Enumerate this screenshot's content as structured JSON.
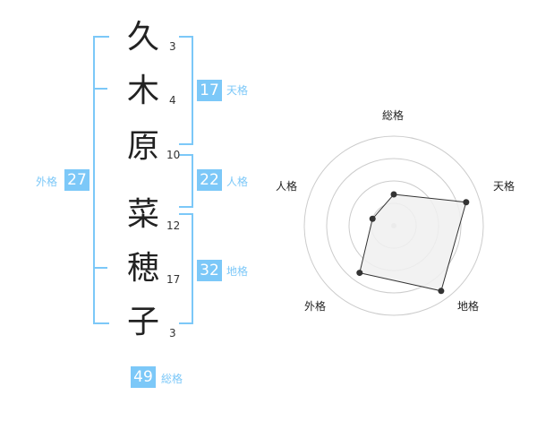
{
  "name": {
    "characters": [
      {
        "char": "久",
        "strokes": "3"
      },
      {
        "char": "木",
        "strokes": "4"
      },
      {
        "char": "原",
        "strokes": "10"
      },
      {
        "char": "菜",
        "strokes": "12"
      },
      {
        "char": "穂",
        "strokes": "17"
      },
      {
        "char": "子",
        "strokes": "3"
      }
    ]
  },
  "kaku": {
    "tenkaku": {
      "value": "17",
      "label": "天格"
    },
    "jinkaku": {
      "value": "22",
      "label": "人格"
    },
    "chikaku": {
      "value": "32",
      "label": "地格"
    },
    "gaikaku": {
      "value": "27",
      "label": "外格"
    },
    "soukaku": {
      "value": "49",
      "label": "総格"
    }
  },
  "radar": {
    "labels": {
      "top": "総格",
      "right": "天格",
      "bottom_right": "地格",
      "bottom_left": "外格",
      "left": "人格"
    },
    "levels": 4,
    "values": {
      "soukaku": 0.35,
      "tenkaku": 0.85,
      "chikaku": 0.9,
      "gaikaku": 0.65,
      "jinkaku": 0.25
    },
    "fill_color": "#f0f0f0",
    "line_color": "#333333",
    "grid_color": "#cccccc"
  }
}
